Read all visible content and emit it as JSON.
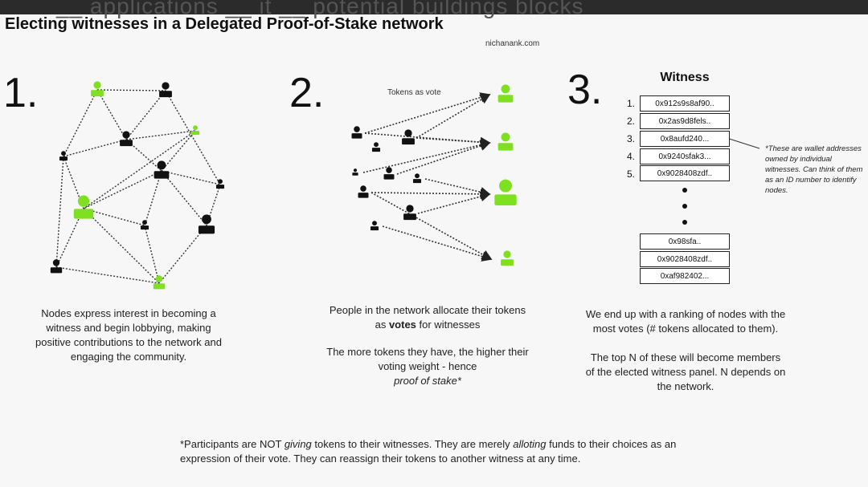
{
  "header": {
    "title": "Electing witnesses in a Delegated Proof-of-Stake network",
    "site": "nichanank.com"
  },
  "steps": [
    {
      "number": "1.",
      "caption": [
        "Nodes express interest in becoming a witness and begin lobbying, making positive contributions to the network and engaging the community."
      ]
    },
    {
      "number": "2.",
      "arrow_label": "Tokens as vote",
      "caption_a_pre": "People in the network allocate their tokens as ",
      "caption_a_bold": "votes",
      "caption_a_post": " for witnesses",
      "caption_b": "The more tokens they have, the higher their voting weight - hence",
      "caption_b_italic": "proof of stake*"
    },
    {
      "number": "3.",
      "caption": [
        "We end up with a ranking of nodes with the most votes (# tokens allocated to them).",
        "The top N of these will become members of the elected witness panel. N depends on the network."
      ]
    }
  ],
  "witness": {
    "title": "Witness",
    "top": [
      {
        "rank": "1.",
        "address": "0x912s9s8af90.."
      },
      {
        "rank": "2.",
        "address": "0x2as9d8fels.."
      },
      {
        "rank": "3.",
        "address": "0x8aufd240..."
      },
      {
        "rank": "4.",
        "address": "0x9240sfak3..."
      },
      {
        "rank": "5.",
        "address": "0x9028408zdf.."
      }
    ],
    "bottom": [
      {
        "address": "0x98sfa.."
      },
      {
        "address": "0x9028408zdf.."
      },
      {
        "address": "0xaf982402..."
      }
    ],
    "note": "*These are wallet addresses owned by individual witnesses. Can think of them as an ID number to identify nodes."
  },
  "footer": {
    "p1": "*Participants are NOT ",
    "i1": "giving",
    "p2": " tokens to their witnesses. They are merely ",
    "i2": "alloting",
    "p3": " funds to their choices as an expression of their vote. They can reassign their tokens to another witness at any time."
  },
  "colors": {
    "candidate": "#7ee020",
    "voter": "#111111",
    "background": "#f7f7f7"
  },
  "icons": [
    "person-icon",
    "dotted-arrow-icon"
  ]
}
